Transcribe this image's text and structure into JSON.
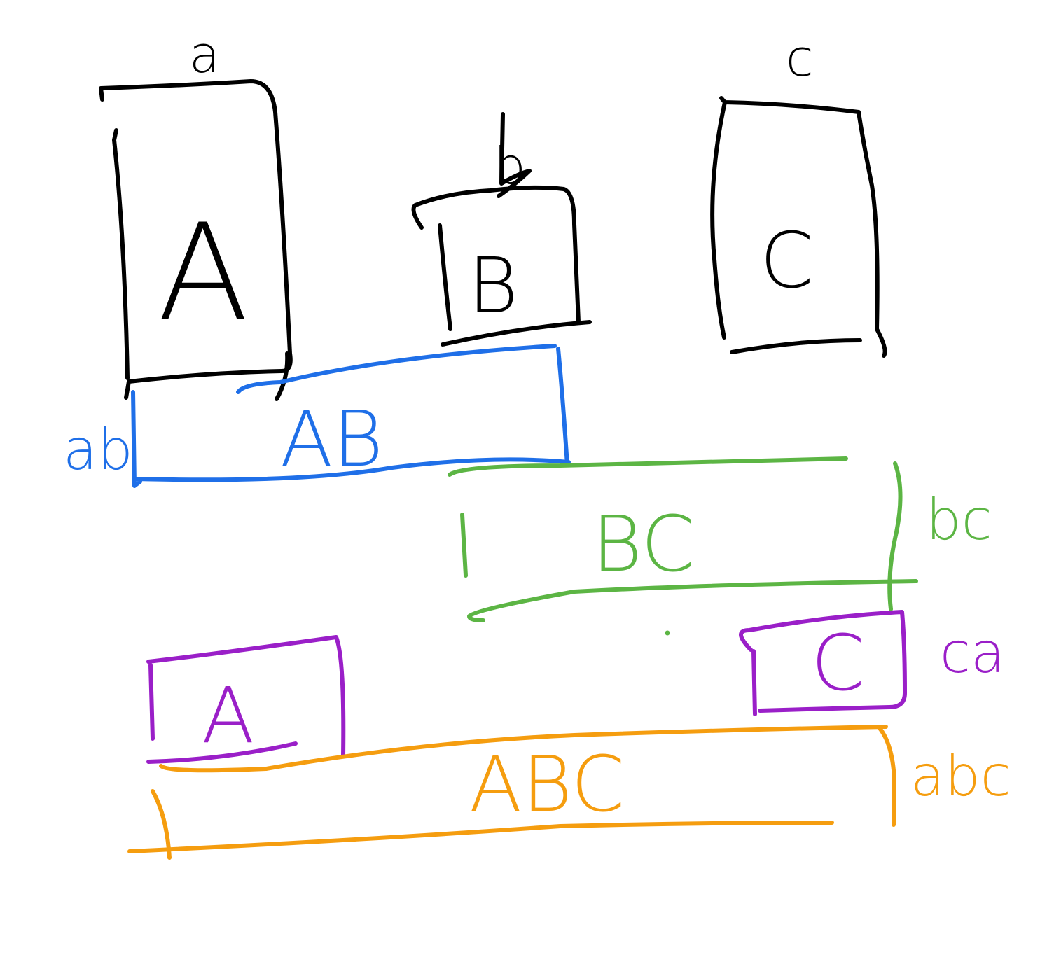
{
  "colors": {
    "ink": "#000000",
    "ab": "#1f6fe8",
    "bc": "#5cb544",
    "ca": "#9a1fc8",
    "abc": "#f59d0f"
  },
  "blocks": {
    "a": {
      "label": "a",
      "content": "A"
    },
    "b": {
      "label": "b",
      "content": "B"
    },
    "c": {
      "label": "c",
      "content": "C"
    }
  },
  "bands": {
    "ab": {
      "label": "ab",
      "content": "AB"
    },
    "bc": {
      "label": "bc",
      "content": "BC"
    },
    "ca": {
      "label": "ca",
      "content_a": "A",
      "content_c": "C"
    },
    "abc": {
      "label": "abc",
      "content": "ABC"
    }
  }
}
